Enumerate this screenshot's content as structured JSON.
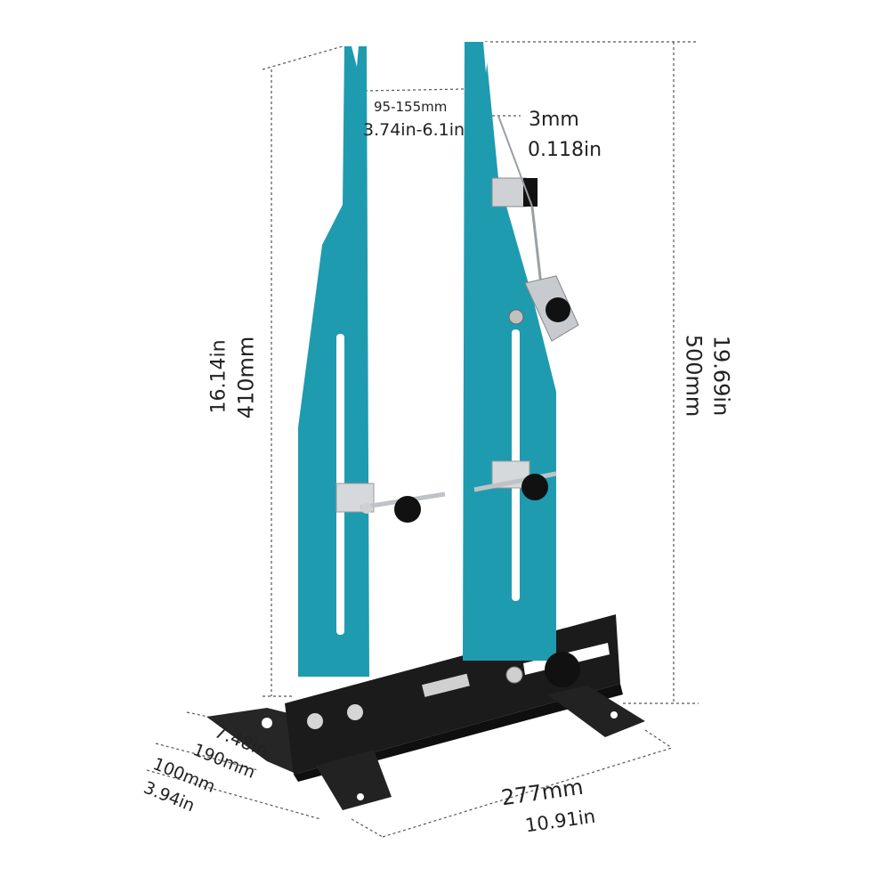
{
  "dimensions": {
    "gap_range_mm": "95-155mm",
    "gap_range_in": "3.74in-6.1in",
    "thickness_mm": "3mm",
    "thickness_in": "0.118in",
    "arm_height_in": "16.14in",
    "arm_height_mm": "410mm",
    "total_height_mm": "500mm",
    "total_height_in": "19.69in",
    "base_depth_in": "7.48in",
    "base_depth_mm": "190mm",
    "foot_width_mm": "100mm",
    "foot_width_in": "3.94in",
    "base_length_mm": "277mm",
    "base_length_in": "10.91in"
  },
  "colors": {
    "arm": "#1f9bb0",
    "arm_dark": "#177f91",
    "base": "#1b1b1b",
    "metal": "#c9ccd0",
    "dim_line": "#555555"
  }
}
